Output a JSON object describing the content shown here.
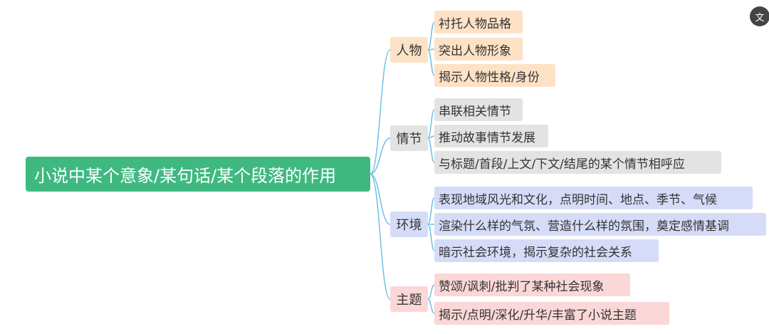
{
  "mindmap": {
    "root": {
      "label": "小说中某个意象/某句话/某个段落的作用",
      "color": "#3fb980"
    },
    "link_color": "#6ec1e4",
    "branches": [
      {
        "label": "人物",
        "color": "#fde2c6",
        "children": [
          "衬托人物品格",
          "突出人物形象",
          "揭示人物性格/身份"
        ]
      },
      {
        "label": "情节",
        "color": "#e3e3e3",
        "children": [
          "串联相关情节",
          "推动故事情节发展",
          "与标题/首段/上文/下文/结尾的某个情节相呼应"
        ]
      },
      {
        "label": "环境",
        "color": "#d6dcf8",
        "children": [
          "表现地域风光和文化，点明时间、地点、季节、气候",
          "渲染什么样的气氛、营造什么样的氛围，奠定感情基调",
          "暗示社会环境，揭示复杂的社会关系"
        ]
      },
      {
        "label": "主题",
        "color": "#fbd7d7",
        "children": [
          "赞颂/讽刺/批判了某种社会现象",
          "揭示/点明/深化/升华/丰富了小说主题"
        ]
      }
    ]
  },
  "toolbar": {
    "translate_icon_glyph": "文"
  }
}
